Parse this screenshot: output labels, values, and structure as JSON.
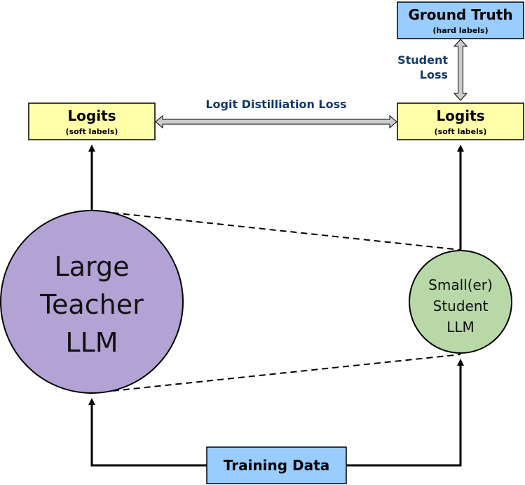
{
  "colors": {
    "logits_box": "#ffffaa",
    "ground_truth_box": "#99ccff",
    "training_box": "#99ccff",
    "teacher_circle": "#b3a3d4",
    "student_circle": "#b8d8a8",
    "loss_text": "#123a6b",
    "double_arrow_fill": "#cccccc"
  },
  "ground_truth": {
    "title": "Ground Truth",
    "subtitle": "(hard labels)"
  },
  "student_loss": {
    "line1": "Student",
    "line2": "Loss"
  },
  "distillation_loss": {
    "label": "Logit Distilliation Loss"
  },
  "teacher_logits": {
    "title": "Logits",
    "subtitle": "(soft labels)"
  },
  "student_logits": {
    "title": "Logits",
    "subtitle": "(soft labels)"
  },
  "teacher_model": {
    "line1": "Large",
    "line2": "Teacher",
    "line3": "LLM"
  },
  "student_model": {
    "line1": "Small(er)",
    "line2": "Student",
    "line3": "LLM"
  },
  "training_data": {
    "label": "Training Data"
  }
}
